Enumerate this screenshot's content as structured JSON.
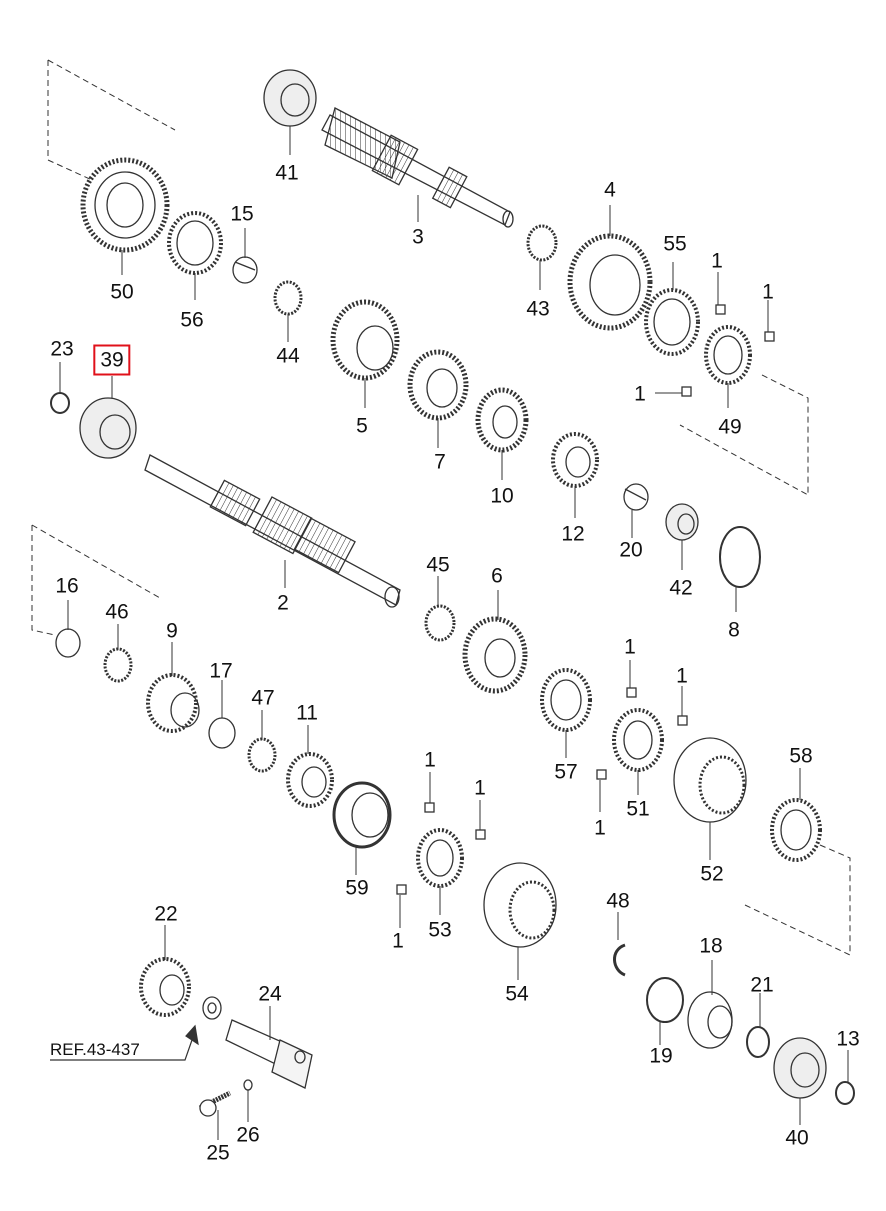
{
  "highlighted_part": "39",
  "reference_label": "REF.43-437",
  "labels": {
    "p1": "1",
    "p2": "2",
    "p3": "3",
    "p4": "4",
    "p5": "5",
    "p6": "6",
    "p7": "7",
    "p8": "8",
    "p9": "9",
    "p10": "10",
    "p11": "11",
    "p12": "12",
    "p13": "13",
    "p15": "15",
    "p16": "16",
    "p17": "17",
    "p18": "18",
    "p19": "19",
    "p20": "20",
    "p21": "21",
    "p22": "22",
    "p23": "23",
    "p24": "24",
    "p25": "25",
    "p26": "26",
    "p39": "39",
    "p40": "40",
    "p41": "41",
    "p42": "42",
    "p43": "43",
    "p44": "44",
    "p45": "45",
    "p46": "46",
    "p47": "47",
    "p48": "48",
    "p49": "49",
    "p50": "50",
    "p51": "51",
    "p52": "52",
    "p53": "53",
    "p54": "54",
    "p55": "55",
    "p56": "56",
    "p57": "57",
    "p58": "58",
    "p59": "59"
  },
  "colors": {
    "line": "#333333",
    "highlight": "#e0101a",
    "background": "#ffffff"
  }
}
